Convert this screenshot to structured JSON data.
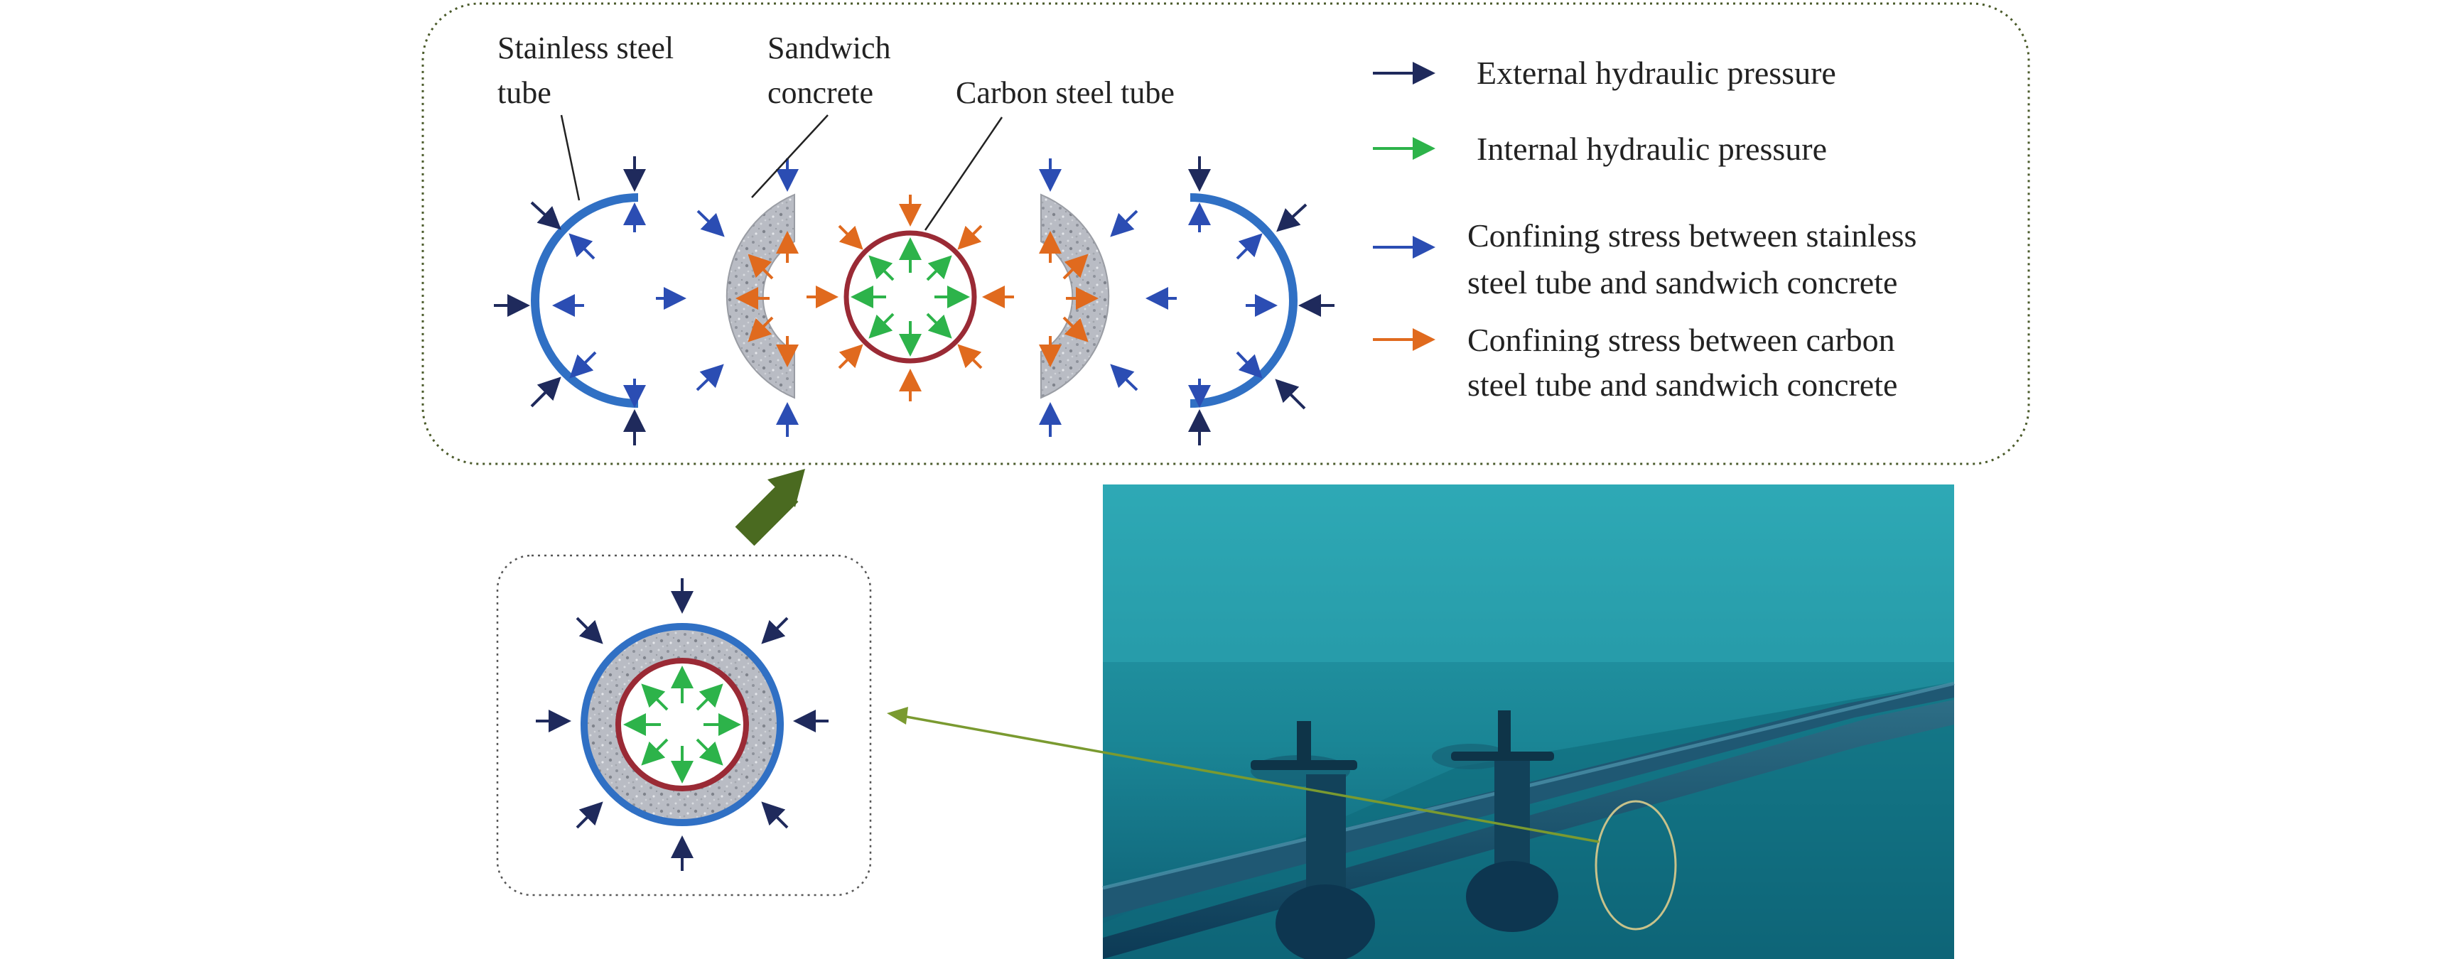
{
  "colors": {
    "external": "#1f2a5c",
    "internal": "#2db34a",
    "confine_ss": "#2b4db3",
    "confine_cs": "#e06a1e",
    "stainless_tube": "#3070c4",
    "carbon_tube": "#9a2a35",
    "concrete": "#b9bcc4",
    "frame": "#4a5a2a",
    "big_arrow": "#4a6a20",
    "link_line": "#7a9a30",
    "water": "#1a8a9a"
  },
  "labels": {
    "stainless_line1": "Stainless steel",
    "stainless_line2": "tube",
    "sandwich_line1": "Sandwich",
    "sandwich_line2": "concrete",
    "carbon": "Carbon steel tube"
  },
  "legend": [
    {
      "icon": "external-pressure-arrow-icon",
      "lines": [
        "External hydraulic pressure"
      ]
    },
    {
      "icon": "internal-pressure-arrow-icon",
      "lines": [
        "Internal hydraulic pressure"
      ]
    },
    {
      "icon": "stainless-confining-arrow-icon",
      "lines": [
        "Confining stress between stainless",
        "steel tube and sandwich concrete"
      ]
    },
    {
      "icon": "carbon-confining-arrow-icon",
      "lines": [
        "Confining stress between carbon",
        "steel tube and sandwich concrete"
      ]
    }
  ]
}
